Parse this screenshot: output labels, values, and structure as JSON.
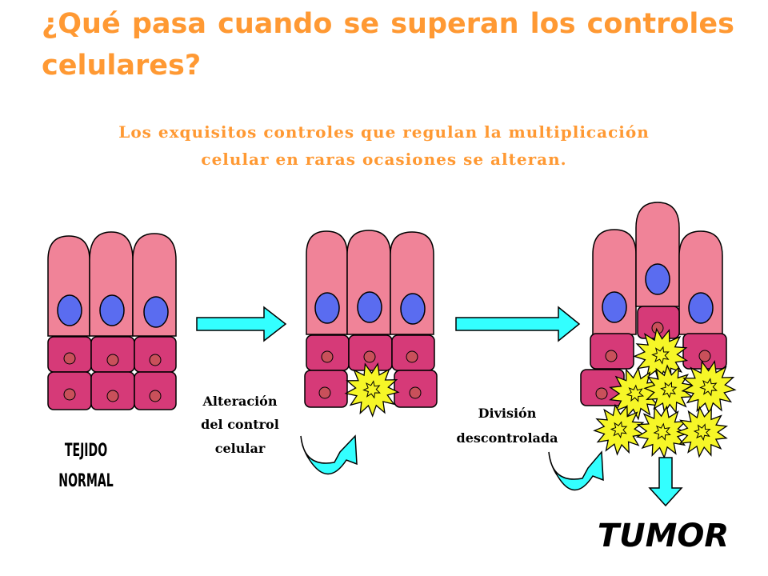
{
  "heading": {
    "title": "¿Qué pasa cuando se superan los controles celulares?",
    "subtitle_line1": "Los exquisitos controles que regulan la multiplicación",
    "subtitle_line2": "celular en raras ocasiones se alteran."
  },
  "labels": {
    "normal_line1": "TEJIDO",
    "normal_line2": "NORMAL",
    "alteration_line1": "Alteración",
    "alteration_line2": "del control",
    "alteration_line3": "celular",
    "division_line1": "División",
    "division_line2": "descontrolada",
    "tumor": "TUMOR"
  },
  "colors": {
    "title": "#FF9933",
    "columnar_cell": "#F08398",
    "nucleus": "#5A6CF0",
    "basal_cell": "#D63A78",
    "basal_nucleus": "#C9505A",
    "mutant_cell": "#F6F627",
    "arrow": "#33FFFF"
  },
  "icons": {
    "arrow": "right-arrow-icon",
    "curved_arrow": "curved-arrow-icon",
    "mutant_cell": "starburst-icon"
  }
}
